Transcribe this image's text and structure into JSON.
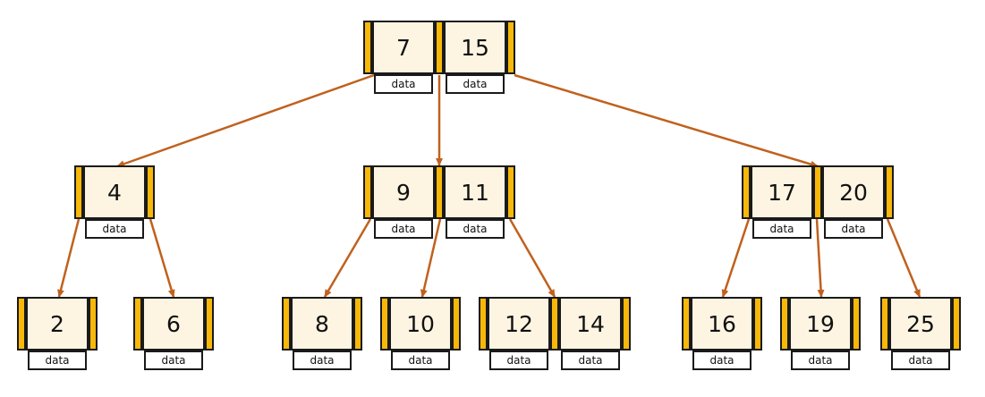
{
  "edge_color": "#c0611e",
  "pointer_color": "#f7b80a",
  "key_fill": "#fdf5e2",
  "nodes": [
    {
      "id": "root",
      "keys": [
        "7",
        "15"
      ],
      "data": [
        "data",
        "data"
      ]
    },
    {
      "id": "n4",
      "keys": [
        "4"
      ],
      "data": [
        "data"
      ]
    },
    {
      "id": "n9",
      "keys": [
        "9",
        "11"
      ],
      "data": [
        "data",
        "data"
      ]
    },
    {
      "id": "n17",
      "keys": [
        "17",
        "20"
      ],
      "data": [
        "data",
        "data"
      ]
    },
    {
      "id": "l2",
      "keys": [
        "2"
      ],
      "data": [
        "data"
      ]
    },
    {
      "id": "l6",
      "keys": [
        "6"
      ],
      "data": [
        "data"
      ]
    },
    {
      "id": "l8",
      "keys": [
        "8"
      ],
      "data": [
        "data"
      ]
    },
    {
      "id": "l10",
      "keys": [
        "10"
      ],
      "data": [
        "data"
      ]
    },
    {
      "id": "l12",
      "keys": [
        "12",
        "14"
      ],
      "data": [
        "data",
        "data"
      ]
    },
    {
      "id": "l16",
      "keys": [
        "16"
      ],
      "data": [
        "data"
      ]
    },
    {
      "id": "l19",
      "keys": [
        "19"
      ],
      "data": [
        "data"
      ]
    },
    {
      "id": "l25",
      "keys": [
        "25"
      ],
      "data": [
        "data"
      ]
    }
  ],
  "edges": [
    [
      "root",
      "n4"
    ],
    [
      "root",
      "n9"
    ],
    [
      "root",
      "n17"
    ],
    [
      "n4",
      "l2"
    ],
    [
      "n4",
      "l6"
    ],
    [
      "n9",
      "l8"
    ],
    [
      "n9",
      "l10"
    ],
    [
      "n9",
      "l12"
    ],
    [
      "n17",
      "l16"
    ],
    [
      "n17",
      "l19"
    ],
    [
      "n17",
      "l25"
    ]
  ]
}
